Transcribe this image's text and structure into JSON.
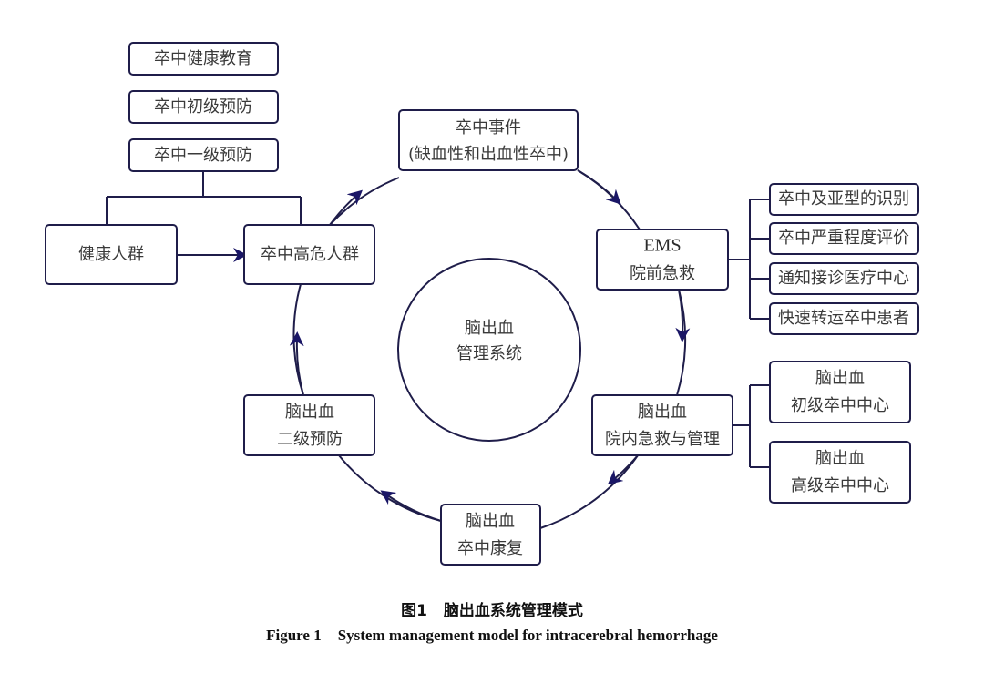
{
  "colors": {
    "stroke": "#1f1d4a",
    "arrow": "#1a1666",
    "text": "#3a3a3a"
  },
  "prevention_stack": [
    {
      "text": "卒中健康教育"
    },
    {
      "text": "卒中初级预防"
    },
    {
      "text": "卒中一级预防"
    }
  ],
  "healthy_population": {
    "text": "健康人群"
  },
  "high_risk_population": {
    "text": "卒中高危人群"
  },
  "stroke_event": {
    "line1": "卒中事件",
    "line2": "(缺血性和出血性卒中)"
  },
  "ems": {
    "line1": "EMS",
    "line2": "院前急救"
  },
  "ems_tasks": [
    {
      "text": "卒中及亚型的识别"
    },
    {
      "text": "卒中严重程度评价"
    },
    {
      "text": "通知接诊医疗中心"
    },
    {
      "text": "快速转运卒中患者"
    }
  ],
  "in_hospital": {
    "line1": "脑出血",
    "line2": "院内急救与管理"
  },
  "stroke_centers": [
    {
      "line1": "脑出血",
      "line2": "初级卒中中心"
    },
    {
      "line1": "脑出血",
      "line2": "高级卒中中心"
    }
  ],
  "rehab": {
    "line1": "脑出血",
    "line2": "卒中康复"
  },
  "secondary_prevention": {
    "line1": "脑出血",
    "line2": "二级预防"
  },
  "center": {
    "line1": "脑出血",
    "line2": "管理系统"
  },
  "caption": {
    "zh_label": "图1",
    "zh_title": "脑出血系统管理模式",
    "en_label": "Figure 1",
    "en_title": "System management model for intracerebral hemorrhage"
  }
}
